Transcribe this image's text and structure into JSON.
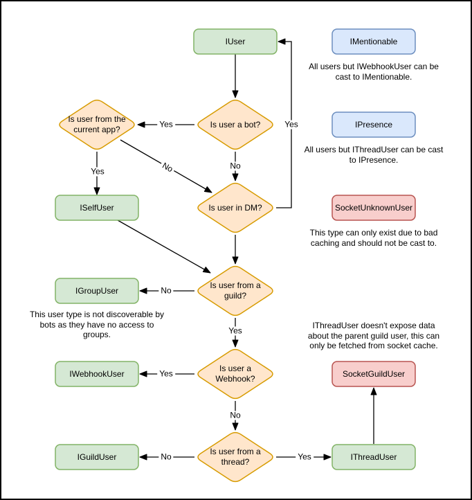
{
  "nodes": {
    "iuser": {
      "label": "IUser"
    },
    "imentionable": {
      "label": "IMentionable"
    },
    "ipresence": {
      "label": "IPresence"
    },
    "socket_unknown_user": {
      "label": "SocketUnknownUser"
    },
    "iself_user": {
      "label": "ISelfUser"
    },
    "igroup_user": {
      "label": "IGroupUser"
    },
    "iwebhook_user": {
      "label": "IWebhookUser"
    },
    "iguild_user": {
      "label": "IGuildUser"
    },
    "ithread_user": {
      "label": "IThreadUser"
    },
    "socket_guild_user": {
      "label": "SocketGuildUser"
    }
  },
  "decisions": {
    "is_bot": {
      "label": "Is user a bot?"
    },
    "is_current_app": {
      "label": "Is user from the current app?"
    },
    "is_dm": {
      "label": "Is user in DM?"
    },
    "is_guild": {
      "label": "Is user from a guild?"
    },
    "is_webhook": {
      "label": "Is user a Webhook?"
    },
    "is_thread": {
      "label": "Is user from a thread?"
    }
  },
  "edge_labels": {
    "bot_to_current_app": "Yes",
    "bot_to_dm": "No",
    "current_app_to_dm": "No",
    "current_app_to_self": "Yes",
    "dm_to_iuser": "Yes",
    "guild_to_group": "No",
    "guild_to_webhook": "Yes",
    "webhook_to_iwebhook": "Yes",
    "webhook_to_thread": "No",
    "thread_to_iguild": "No",
    "thread_to_ithread": "Yes"
  },
  "notes": {
    "imentionable": "All users but IWebhookUser can be cast to IMentionable.",
    "ipresence": "All users but IThreadUser can be cast to IPresence.",
    "socket_unknown_user": "This type can only exist due to bad caching and should not be cast to.",
    "igroup_user": "This user type is not discoverable by bots as they have no access to groups.",
    "socket_guild_user": "IThreadUser doesn't expose data about the parent guild user, this can only be fetched from socket cache."
  },
  "colors": {
    "node_green_fill": "#d5e8d4",
    "node_green_stroke": "#82b366",
    "node_blue_fill": "#dae8fc",
    "node_blue_stroke": "#6c8ebf",
    "node_red_fill": "#f8cecc",
    "node_red_stroke": "#b85450",
    "decision_fill": "#ffe6cc",
    "decision_stroke": "#d79b00",
    "edge_color": "#000000"
  }
}
